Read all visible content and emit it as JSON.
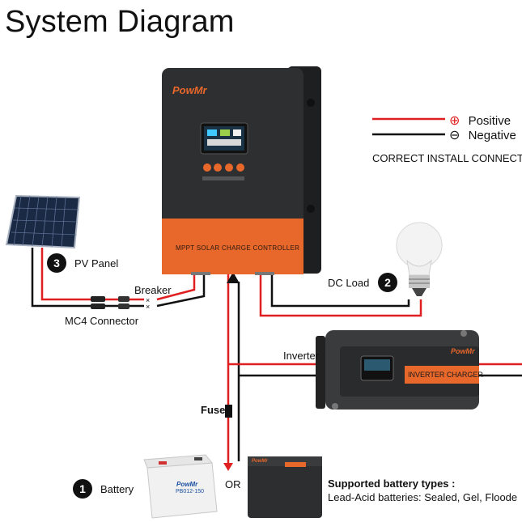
{
  "title": "System Diagram",
  "legend": {
    "positive_symbol": "⊕",
    "positive_label": "Positive",
    "negative_symbol": "⊖",
    "negative_label": "Negative",
    "positive_color": "#e02020",
    "negative_color": "#111111",
    "install_note": "CORRECT INSTALL CONNECT C"
  },
  "controller": {
    "brand": "PowMr",
    "label": "MPPT SOLAR CHARGE CONTROLLER",
    "body_color": "#2e2f31",
    "accent_color": "#e8672a"
  },
  "components": {
    "pv_panel": {
      "number": "3",
      "label": "PV Panel"
    },
    "breaker_label": "Breaker",
    "mc4_label": "MC4 Connector",
    "dc_load": {
      "number": "2",
      "label": "DC Load"
    },
    "inverter_label": "Inverter",
    "inverter_brand": "PowMr",
    "inverter_panel_text": "INVERTER CHARGER",
    "fuse_label": "Fuse",
    "battery": {
      "number": "1",
      "label": "Battery"
    },
    "battery_brand": "PowMr",
    "battery_model": "PB012-150",
    "lithium_brand": "PowMr",
    "or_label": "OR"
  },
  "supported": {
    "heading": "Supported battery types :",
    "lead_acid": "Lead-Acid batteries: Sealed, Gel, Floode"
  }
}
